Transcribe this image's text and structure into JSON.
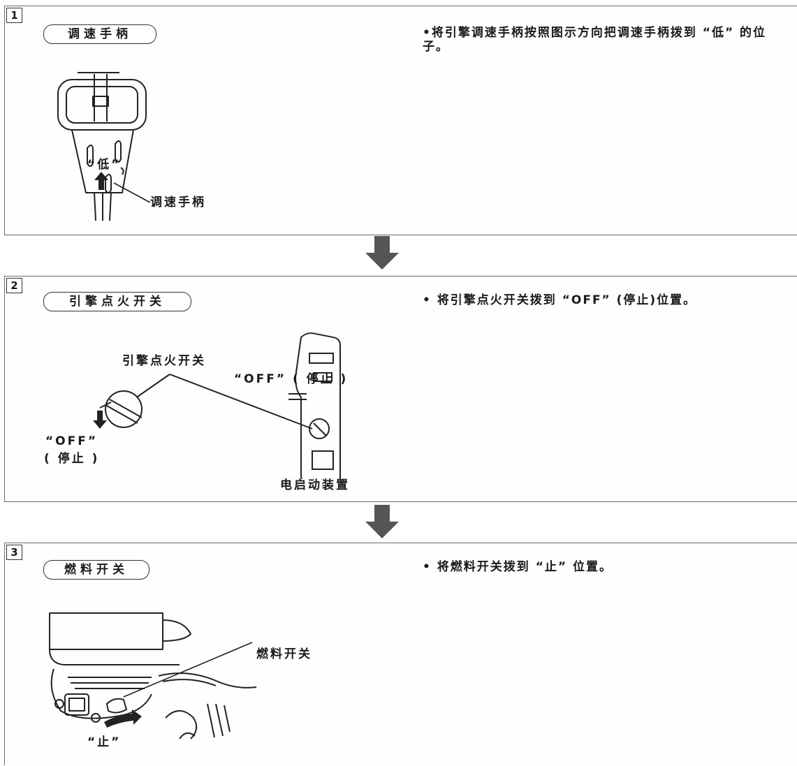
{
  "steps": [
    {
      "number": "1",
      "title": "调速手柄",
      "instruction": "•将引擎调速手柄按照图示方向把调速手柄拨到 “低” 的位子。",
      "figure_labels": {
        "low": "“低”",
        "lever": "调速手柄"
      }
    },
    {
      "number": "2",
      "title": "引擎点火开关",
      "instruction": "• 将引擎点火开关拨到 “OFF” (停止)位置。",
      "figure_labels": {
        "switch": "引擎点火开关",
        "off_right": "“OFF” ( 停止 )",
        "off_left_1": "“OFF”",
        "off_left_2": "( 停止 )",
        "starter": "电启动装置"
      }
    },
    {
      "number": "3",
      "title": "燃料开关",
      "instruction": "• 将燃料开关拨到 “止” 位置。",
      "figure_labels": {
        "fuel_switch": "燃料开关",
        "stop": "“止”"
      }
    }
  ],
  "colors": {
    "border": "#6a6a6a",
    "arrow": "#555555",
    "line": "#222222"
  }
}
